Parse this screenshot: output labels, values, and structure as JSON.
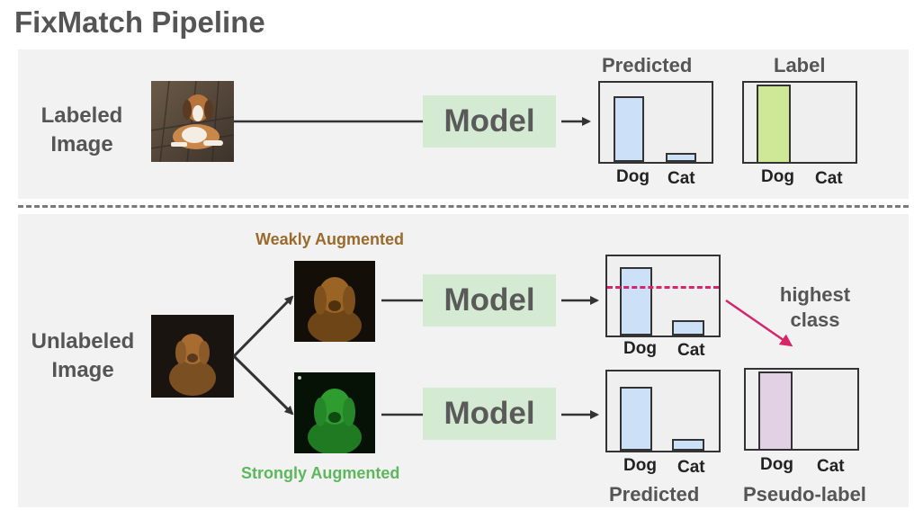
{
  "title": "FixMatch Pipeline",
  "labeled": {
    "label": "Labeled\nImage",
    "model": "Model",
    "predicted_caption": "Predicted",
    "label_caption": "Label",
    "categories": [
      "Dog",
      "Cat"
    ],
    "predicted_values": [
      0.85,
      0.12
    ],
    "label_values": [
      1.0,
      0.0
    ]
  },
  "unlabeled": {
    "label": "Unlabeled\nImage",
    "weak_caption": "Weakly Augmented",
    "strong_caption": "Strongly Augmented",
    "model": "Model",
    "categories": [
      "Dog",
      "Cat"
    ],
    "weak_values": [
      0.88,
      0.2
    ],
    "threshold": 0.62,
    "strong_values": [
      0.82,
      0.15
    ],
    "pseudo_values": [
      1.0,
      0.0
    ],
    "annotation": "highest\nclass",
    "predicted_caption": "Predicted",
    "pseudo_caption": "Pseudo-label"
  },
  "colors": {
    "predicted_bar": "#cce1f7",
    "label_bar": "#cfe897",
    "pseudo_bar": "#e2d0e5",
    "threshold": "#d6256a",
    "weak_text": "#9a6a2c",
    "strong_text": "#5cb85c",
    "model_fill": "#d5ead3"
  }
}
